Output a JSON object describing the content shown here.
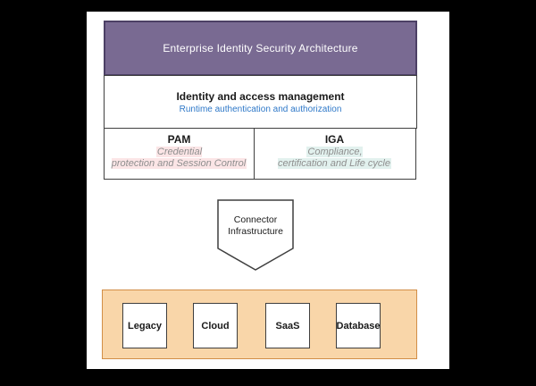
{
  "diagram": {
    "title": "Enterprise Identity Security Architecture",
    "iam": {
      "title": "Identity and access management",
      "subtitle": "Runtime authentication and authorization"
    },
    "pam": {
      "title": "PAM",
      "subtitle": "Credential\nprotection and Session Control"
    },
    "iga": {
      "title": "IGA",
      "subtitle": "Compliance,\ncertification and Life cycle"
    },
    "connector": {
      "label": "Connector\nInfrastructure"
    },
    "systems": [
      "Legacy",
      "Cloud",
      "SaaS",
      "Database"
    ],
    "colors": {
      "header_purple": "#796A92",
      "header_purple_border": "#4C4065",
      "accent_blue": "#2E78C8",
      "subtitle_gray": "#8F8F8F",
      "pam_highlight": "#FBE5E6",
      "iga_highlight": "#E2F1EE",
      "panel_orange": "#F9D6A9",
      "panel_orange_border": "#D28E47",
      "box_border": "#3F3F3F"
    }
  }
}
